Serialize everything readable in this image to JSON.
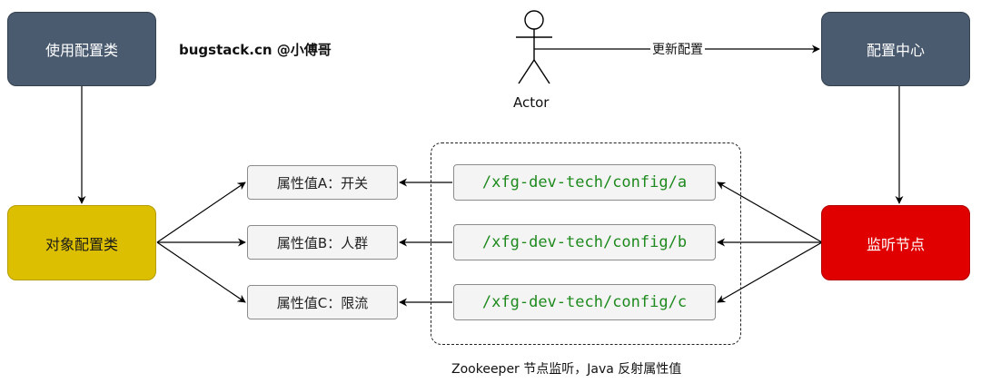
{
  "nodes": {
    "use_config": "使用配置类",
    "config_center": "配置中心",
    "object_config": "对象配置类",
    "listen_node": "监听节点",
    "attr_a": "属性值A：开关",
    "attr_b": "属性值B：人群",
    "attr_c": "属性值C：限流",
    "path_a": "/xfg-dev-tech/config/a",
    "path_b": "/xfg-dev-tech/config/b",
    "path_c": "/xfg-dev-tech/config/c"
  },
  "labels": {
    "watermark": "bugstack.cn @小傅哥",
    "actor": "Actor",
    "update_edge": "更新配置",
    "group_caption": "Zookeeper 节点监听，Java 反射属性值"
  },
  "colors": {
    "dark_box": "#4a5b70",
    "yellow_box": "#dcbf00",
    "red_box": "#e00000",
    "path_text": "#1e8a1e"
  }
}
